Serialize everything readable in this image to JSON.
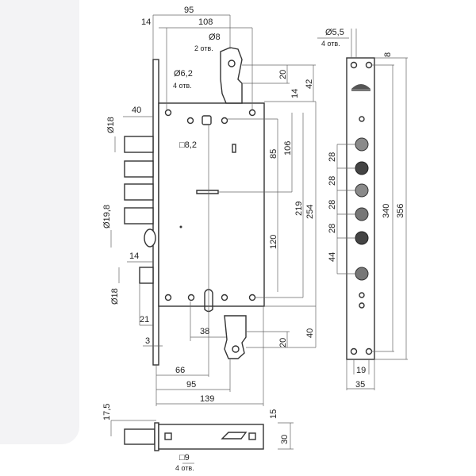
{
  "dims": {
    "d95_top": "95",
    "d14_top": "14",
    "d108": "108",
    "hole8": "Ø8",
    "hole8_count": "2 отв.",
    "hole62": "Ø6,2",
    "hole62_count": "4 отв.",
    "d20_top": "20",
    "d14_right": "14",
    "d42": "42",
    "d40_left": "40",
    "bolt18_top": "Ø18",
    "sq82": "□8,2",
    "d85": "85",
    "d106": "106",
    "d219": "219",
    "d254": "254",
    "d120": "120",
    "latch198": "Ø19,8",
    "d14_left": "14",
    "bolt18_bot": "Ø18",
    "d21": "21",
    "d3": "3",
    "d38": "38",
    "d20_bot": "20",
    "d40_right": "40",
    "d66": "66",
    "d95_bot": "95",
    "d139": "139",
    "d175": "17,5",
    "d15": "15",
    "d30": "30",
    "sq9": "□9",
    "sq9_count": "4 отв.",
    "hole55": "Ø5,5",
    "hole55_count": "4 отв.",
    "d8": "8",
    "d28a": "28",
    "d28b": "28",
    "d28c": "28",
    "d28d": "28",
    "d44": "44",
    "d340": "340",
    "d356": "356",
    "d19": "19",
    "d35": "35"
  },
  "colors": {
    "line": "#333333",
    "dark_bolt": "#444444",
    "light_bolt": "#8a8a8a"
  }
}
